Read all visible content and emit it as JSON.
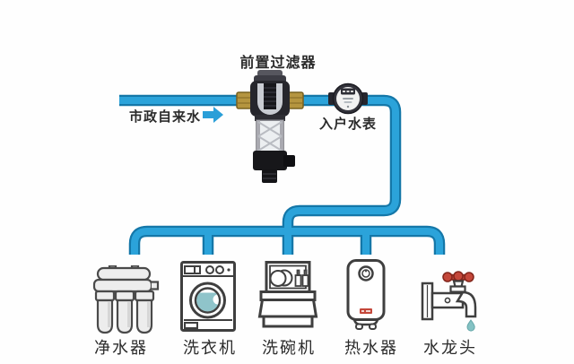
{
  "diagram": {
    "title": "前置过滤器",
    "source": {
      "label": "市政自来水"
    },
    "meter": {
      "label": "入户水表"
    },
    "appliances": [
      {
        "name": "water-purifier",
        "label": "净水器"
      },
      {
        "name": "washing-machine",
        "label": "洗衣机"
      },
      {
        "name": "dishwasher",
        "label": "洗碗机"
      },
      {
        "name": "water-heater",
        "label": "热水器"
      },
      {
        "name": "faucet",
        "label": "水龙头"
      }
    ],
    "icons": [
      "prefilter-device-icon",
      "water-meter-icon",
      "flow-arrow-icon",
      "water-purifier-icon",
      "washing-machine-icon",
      "dishwasher-icon",
      "water-heater-icon",
      "faucet-icon"
    ],
    "colors": {
      "pipe": "#2ba3da",
      "pipe_outline": "#1477a8",
      "arrow": "#2a9fd8",
      "water_teal": "#8fc4ca",
      "accent_red": "#c4473a",
      "brass": "#b5953f",
      "text": "#2b2b2b",
      "background": "#fefefe"
    }
  }
}
